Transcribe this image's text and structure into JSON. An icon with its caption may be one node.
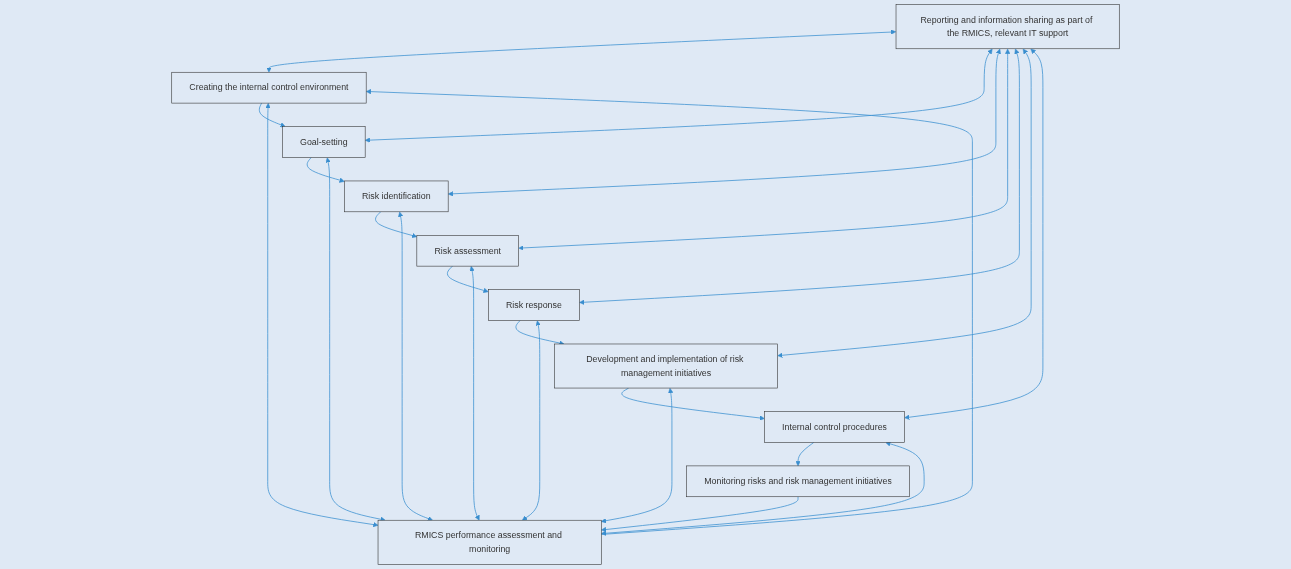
{
  "diagram": {
    "nodes": [
      {
        "text": [
          "Reporting and information sharing as part of the RMICS, relevant IT support"
        ]
      },
      {
        "text": [
          "Creating the internal control environment"
        ]
      },
      {
        "text": [
          "Goal-setting"
        ]
      },
      {
        "text": [
          "Risk identification"
        ]
      },
      {
        "text": [
          "Risk assessment"
        ]
      },
      {
        "text": [
          "Risk response"
        ]
      },
      {
        "text": [
          "Development and implementation of risk management initiatives"
        ]
      },
      {
        "text": [
          "Internal control procedures"
        ]
      },
      {
        "text": [
          "Monitoring risks and risk management initiatives"
        ]
      },
      {
        "text": [
          "RMICS performance assessment and monitoring"
        ]
      }
    ],
    "edges": [
      {
        "from": 1,
        "to": 2,
        "arrow": "to"
      },
      {
        "from": 2,
        "to": 3,
        "arrow": "to"
      },
      {
        "from": 3,
        "to": 4,
        "arrow": "to"
      },
      {
        "from": 4,
        "to": 5,
        "arrow": "to"
      },
      {
        "from": 5,
        "to": 6,
        "arrow": "to"
      },
      {
        "from": 6,
        "to": 7,
        "arrow": "to"
      },
      {
        "from": 7,
        "to": 8,
        "arrow": "to"
      },
      {
        "from": 8,
        "to": 9,
        "arrow": "to"
      },
      {
        "from": 9,
        "to": 1,
        "arrow": "to"
      },
      {
        "from": 0,
        "to": 1,
        "arrow": "both"
      },
      {
        "from": 0,
        "to": 2,
        "arrow": "both"
      },
      {
        "from": 0,
        "to": 3,
        "arrow": "both"
      },
      {
        "from": 0,
        "to": 4,
        "arrow": "both"
      },
      {
        "from": 0,
        "to": 5,
        "arrow": "both"
      },
      {
        "from": 0,
        "to": 6,
        "arrow": "both"
      },
      {
        "from": 0,
        "to": 7,
        "arrow": "both"
      },
      {
        "from": 1,
        "to": 9,
        "arrow": "both"
      },
      {
        "from": 2,
        "to": 9,
        "arrow": "both"
      },
      {
        "from": 3,
        "to": 9,
        "arrow": "both"
      },
      {
        "from": 4,
        "to": 9,
        "arrow": "both"
      },
      {
        "from": 5,
        "to": 9,
        "arrow": "both"
      },
      {
        "from": 6,
        "to": 9,
        "arrow": "both"
      },
      {
        "from": 7,
        "to": 9,
        "arrow": "both"
      }
    ]
  }
}
